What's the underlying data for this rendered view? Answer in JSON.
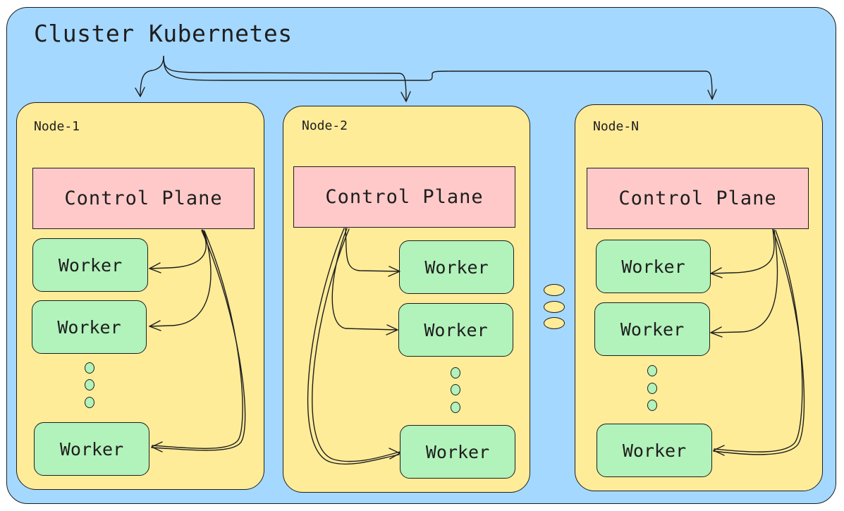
{
  "cluster": {
    "title": "Cluster Kubernetes"
  },
  "nodes": [
    {
      "label": "Node-1",
      "control_plane": "Control Plane",
      "workers": [
        "Worker",
        "Worker",
        "Worker"
      ]
    },
    {
      "label": "Node-2",
      "control_plane": "Control Plane",
      "workers": [
        "Worker",
        "Worker",
        "Worker"
      ]
    },
    {
      "label": "Node-N",
      "control_plane": "Control Plane",
      "workers": [
        "Worker",
        "Worker",
        "Worker"
      ]
    }
  ],
  "colors": {
    "cluster_fill": "#a5d8ff",
    "node_fill": "#ffec99",
    "control_plane_fill": "#ffc9c9",
    "worker_fill": "#b2f2bb",
    "stroke": "#1e1e1e"
  }
}
